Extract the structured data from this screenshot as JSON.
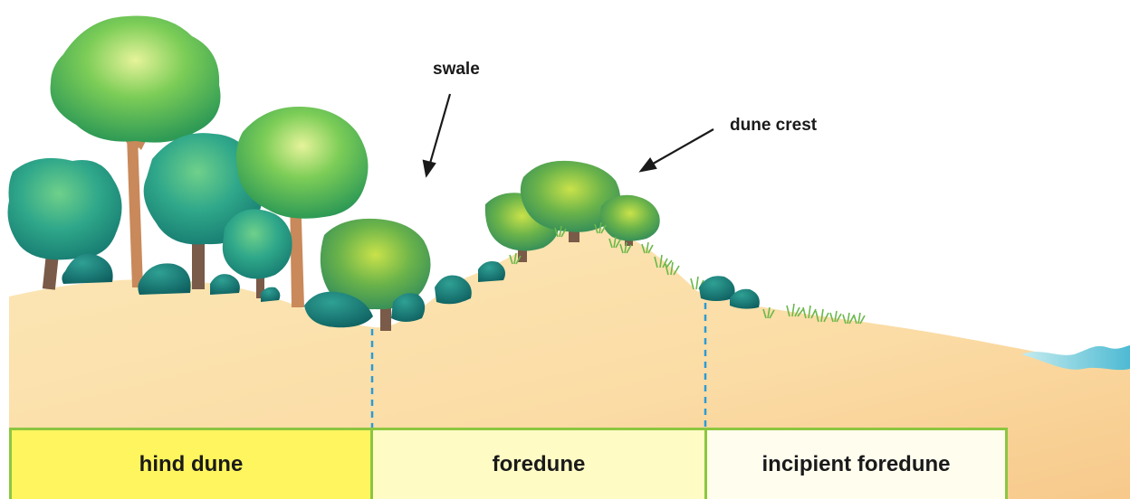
{
  "callouts": {
    "swale": "swale",
    "dune_crest": "dune crest"
  },
  "zones": [
    {
      "label": "hind dune"
    },
    {
      "label": "foredune"
    },
    {
      "label": "incipient foredune"
    }
  ],
  "colors": {
    "sand_light": "#fbe6b4",
    "sand_dark": "#f6c98a",
    "zone_border": "#8cc63f",
    "hind_dune_fill": "#fff55e",
    "foredune_fill": "#fffbc4",
    "incipient_fill": "#fffdee",
    "boundary_line": "#2b9bd6",
    "water": "#7fcfe0",
    "tree_canopy": "#6cc24a",
    "shrub": "#1f7f78",
    "trunk": "#c9895a"
  }
}
